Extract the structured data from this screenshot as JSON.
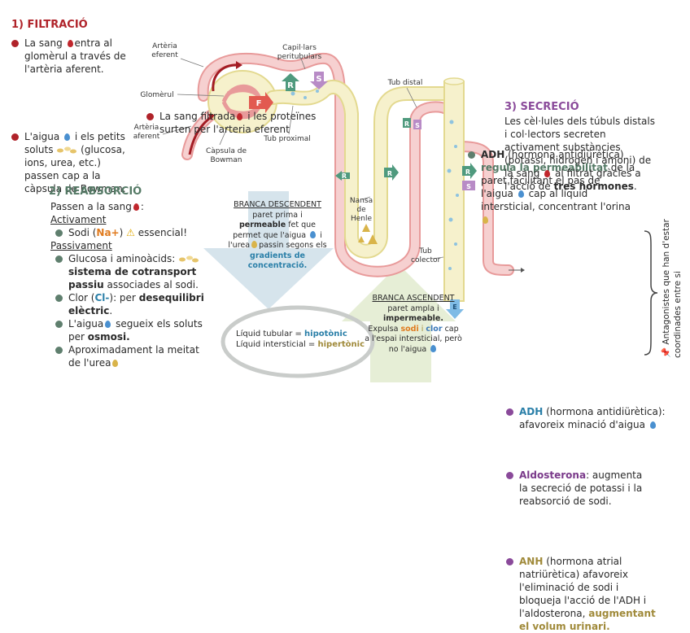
{
  "filtration": {
    "title": "1) FILTRACIÓ",
    "item1": {
      "pre": "La sang",
      "post": "entra al glomèrul a través de l'artèria aferent."
    },
    "item2": {
      "pre": "L'aigua",
      "mid": "i els petits soluts",
      "post": "(glucosa, ions, urea, etc.) passen cap a la càpsula de Bowman."
    },
    "item3": {
      "pre": "La sang filtrada",
      "post": "i les proteïnes surten per l'arteria eferent"
    }
  },
  "reabsorption": {
    "title": "2) REABSORCIÓ",
    "intro": "Passen a la sang",
    "intro_suffix": ":",
    "active_label": "Activament",
    "sodium": {
      "pre": "Sodi (",
      "ion": "Na+",
      "post": ")",
      "warn": "⚠",
      "end": "essencial!"
    },
    "passive_label": "Passivament",
    "glucose": {
      "pre": "Glucosa i aminoàcids:",
      "bold": "sistema de cotransport passiu",
      "post": "associades al sodi."
    },
    "chlorine": {
      "pre": "Clor (",
      "ion": "Cl-",
      "mid": "): per",
      "bold": "desequilibri elèctric",
      "post": "."
    },
    "water": {
      "pre": "L'aigua",
      "mid": "segueix els soluts per",
      "bold": "osmosi."
    },
    "urea": {
      "text": "Aproximadament la meitat de l'urea"
    }
  },
  "adh_top": {
    "name": "ADH",
    "paren": "(hormona antidiürètica)",
    "highlight": "regula la permeabilitat",
    "rest1": "de la paret facilitant el pas de l'aigua",
    "rest2": "cap al líquid intersticial, concentrant l'orina"
  },
  "secretion": {
    "title": "3) SECRECIÓ",
    "intro_pre": "Les cèl·lules dels túbuls distals i col·lectors secreten activament substàncies (potassi, hidrogen i amoni) de la sang",
    "intro_mid": "al filtrat gràcies a l'acció de",
    "intro_bold": "tres hormones",
    "intro_end": ".",
    "hormones": [
      {
        "name": "ADH",
        "text": "(hormona antidiürètica): afavoreix minació d'aigua"
      },
      {
        "name": "Aldosterona",
        "text": ": augmenta la secreció de potassi i la reabsorció de sodi."
      },
      {
        "name": "ANH",
        "text": "(hormona atrial natriürètica) afavoreix l'eliminació de sodi i bloqueja l'acció de l'ADH i l'aldosterona,",
        "highlight": "augmentant el volum urinari."
      }
    ],
    "antagonists_note": "Antagonistes que han d'estar coordinades entre si"
  },
  "diagram": {
    "labels": {
      "efferent": "Artèria eferent",
      "glomerulus": "Glomèrul",
      "afferent": "Artèria aferent",
      "bowman": "Càpsula de Bowman",
      "capillaries": "Capil·lars peritubulars",
      "proximal": "Tub proximal",
      "distal": "Tub distal",
      "henle": "Nansa de Henle",
      "collector": "Tub colector"
    },
    "markers": {
      "filtration": "F",
      "reabsorption": "R",
      "secretion": "S",
      "excretion": "E"
    }
  },
  "descending": {
    "title": "BRANCA DESCENDENT",
    "l1": "paret prima i",
    "bold": "permeable",
    "l2": "fet que permet que l'aigua",
    "l3": "i l'urea",
    "l4": "passin segons els",
    "highlight": "gradients de concentració."
  },
  "ascending": {
    "title": "BRANCA ASCENDENT",
    "l1": "paret  ampla i",
    "bold": "impermeable.",
    "l2": "Expulsa",
    "sodium": "sodi",
    "and": "i",
    "chlorine": "clor",
    "l3": "cap a l'espai intersticial, però no l'aigua"
  },
  "tonicity": {
    "tubular_label": "Líquid tubular =",
    "tubular_value": "hipotònic",
    "interstitial_label": "Líquid intersticial =",
    "interstitial_value": "hipertònic"
  },
  "colors": {
    "filtration": "#b0232a",
    "reabsorption": "#557a66",
    "secretion": "#8a4a9a",
    "vessel": "#f2c4c4",
    "tubule": "#f5f0c8",
    "arrowBlue": "#d5e3ec",
    "arrowGreen": "#e6efd8"
  }
}
